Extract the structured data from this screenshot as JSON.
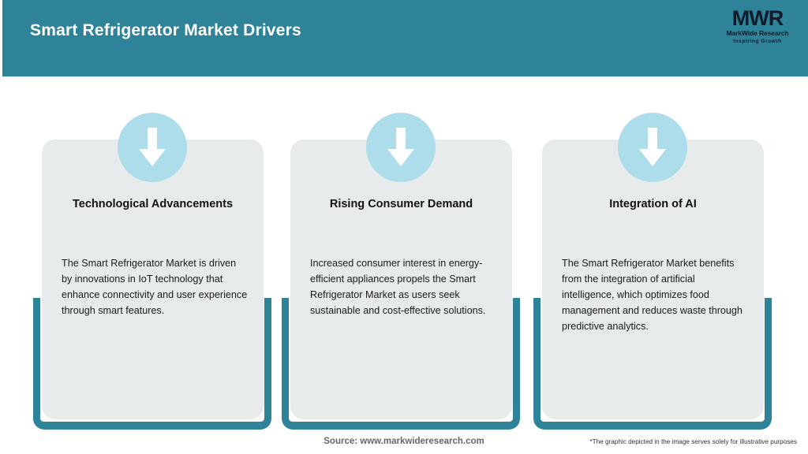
{
  "header": {
    "title": "Smart Refrigerator Market Drivers",
    "background_color": "#2E8399",
    "title_color": "#FFFFFF"
  },
  "logo": {
    "mark": "MWR",
    "name": "MarkWide Research",
    "tagline": "Inspiring Growth",
    "color": "#0D1B2A"
  },
  "cards": [
    {
      "icon": "down-arrow-icon",
      "title": "Technological Advancements",
      "body": "The Smart Refrigerator Market is driven by innovations in IoT technology that enhance connectivity and user experience through smart features."
    },
    {
      "icon": "down-arrow-icon",
      "title": "Rising Consumer Demand",
      "body": "Increased consumer interest in energy-efficient appliances propels the Smart Refrigerator Market as users seek sustainable and cost-effective solutions."
    },
    {
      "icon": "down-arrow-icon",
      "title": "Integration of AI",
      "body": "The Smart Refrigerator Market benefits from the integration of artificial intelligence, which optimizes food management and reduces waste through predictive analytics."
    }
  ],
  "footer": {
    "source": "Source: www.markwideresearch.com",
    "disclaimer": "*The graphic depicted in the image serves solely for illustrative purposes"
  },
  "colors": {
    "teal": "#2E8399",
    "card_background": "#E7EBEC",
    "badge_background": "#ADDCEB",
    "arrow": "#FFFFFF"
  }
}
